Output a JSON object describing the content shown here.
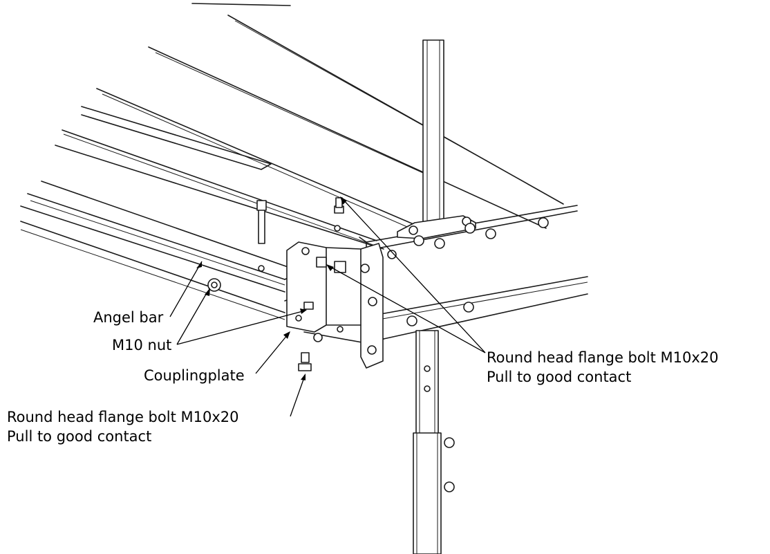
{
  "labels": {
    "angle_bar": "Angel bar",
    "nut": "M10 nut",
    "coupling_plate": "Couplingplate",
    "bolt_right_line1": "Round head flange bolt M10x20",
    "bolt_right_line2": "Pull to good contact",
    "bolt_left_line1": "Round head flange bolt M10x20",
    "bolt_left_line2": "Pull to good contact"
  }
}
